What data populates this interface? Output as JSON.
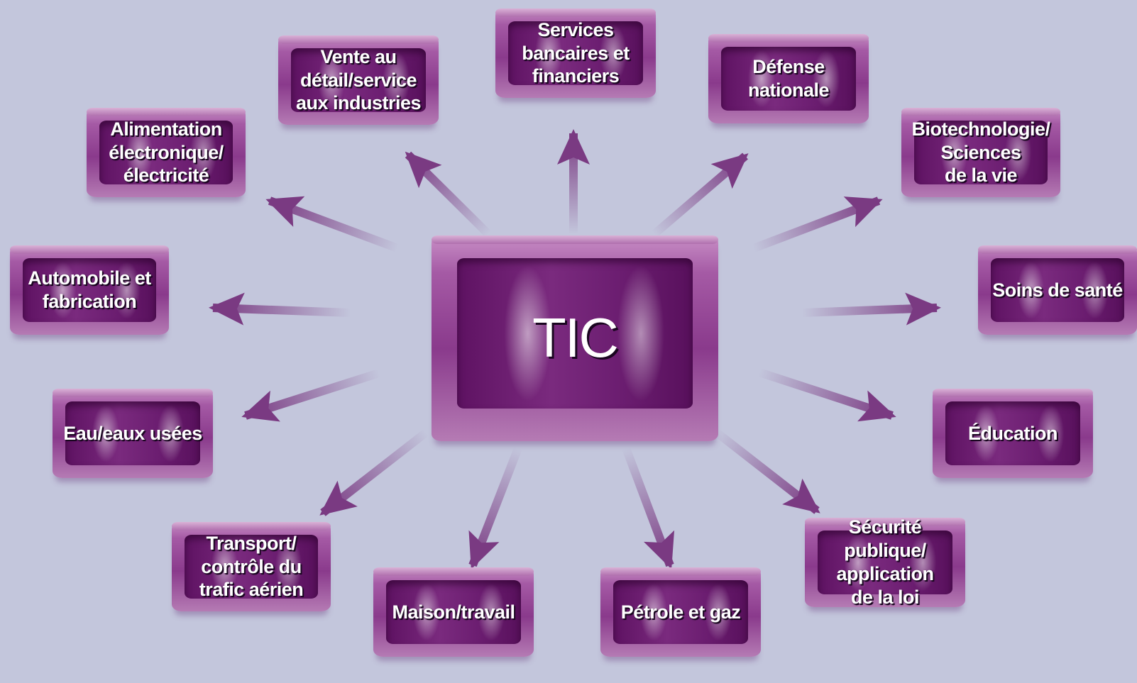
{
  "diagram": {
    "center": {
      "label": "TIC"
    },
    "sectors": [
      {
        "id": "banking",
        "label": "Services\nbancaires et\nfinanciers"
      },
      {
        "id": "defense",
        "label": "Défense\nnationale"
      },
      {
        "id": "biotech",
        "label": "Biotechnologie/\nSciences\nde la vie"
      },
      {
        "id": "health",
        "label": "Soins de santé"
      },
      {
        "id": "education",
        "label": "Éducation"
      },
      {
        "id": "public-safety",
        "label": "Sécurité\npublique/\napplication\nde la loi"
      },
      {
        "id": "oil-gas",
        "label": "Pétrole et gaz"
      },
      {
        "id": "home-work",
        "label": "Maison/travail"
      },
      {
        "id": "transport",
        "label": "Transport/\ncontrôle du\ntrafic aérien"
      },
      {
        "id": "water",
        "label": "Eau/eaux usées"
      },
      {
        "id": "automotive",
        "label": "Automobile et\nfabrication"
      },
      {
        "id": "power",
        "label": "Alimentation\nélectronique/\nélectricité"
      },
      {
        "id": "retail",
        "label": "Vente au\ndétail/service\naux industries"
      }
    ]
  },
  "colors": {
    "background": "#c3c6dc",
    "drum": "#8a3a8c",
    "drum_inner": "#6b1d70",
    "arrow": "#7a3a82",
    "label": "#ffffff"
  }
}
